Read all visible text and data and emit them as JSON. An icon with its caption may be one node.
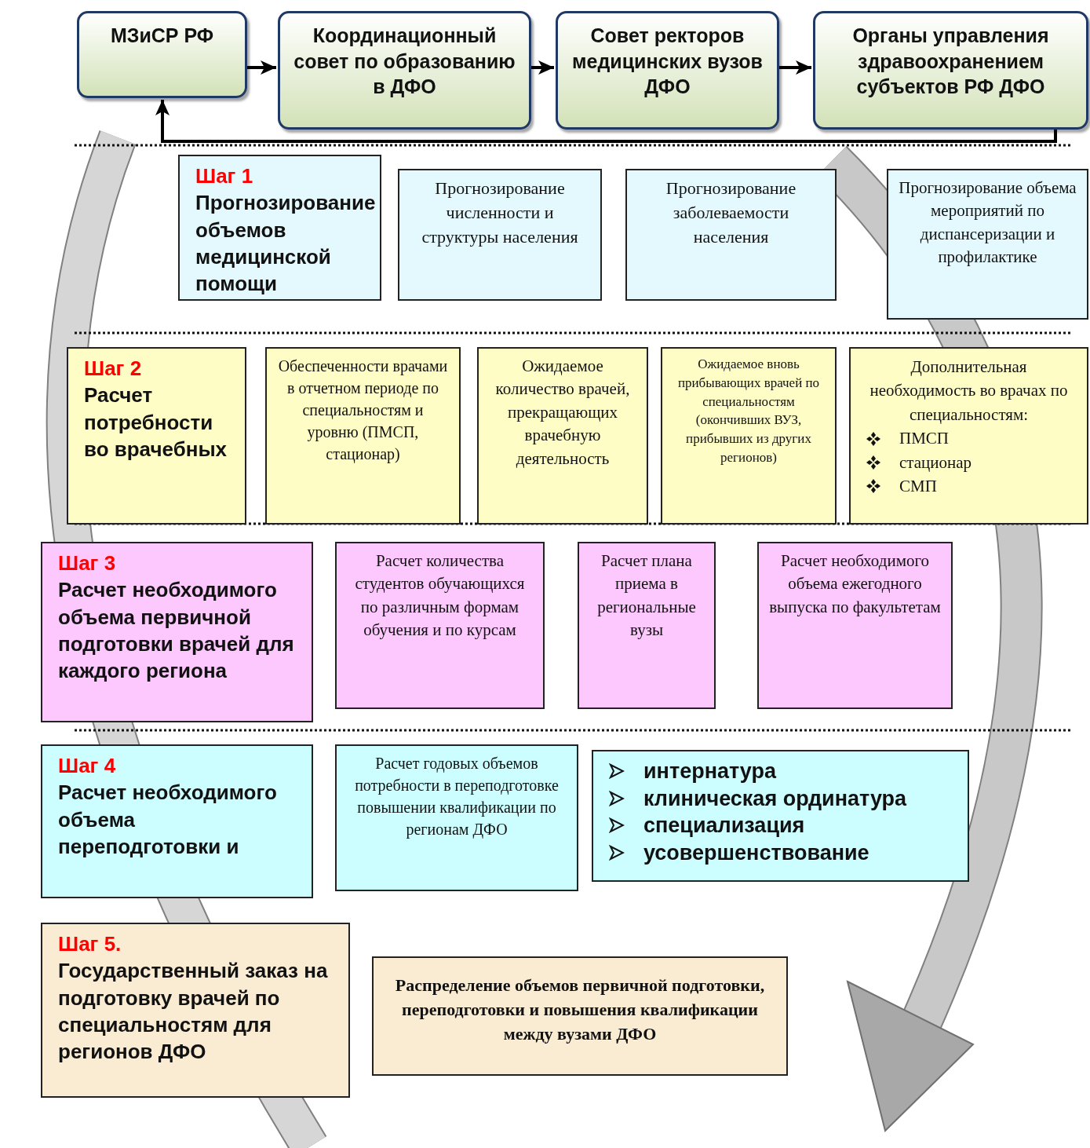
{
  "diagram": {
    "nodes": [
      {
        "text": [
          "МЗиСР РФ"
        ]
      },
      {
        "text": [
          "Координационный совет по образованию в ДФО"
        ]
      },
      {
        "text": [
          "Совет ректоров медицинских вузов ДФО"
        ]
      },
      {
        "text": [
          "Органы управления здравоохранением субъектов РФ ДФО"
        ]
      },
      {
        "text": [
          "Шаг 1",
          "Прогнозирование объемов медицинской помощи"
        ]
      },
      {
        "text": [
          "Прогнозирование численности и структуры населения"
        ]
      },
      {
        "text": [
          "Прогнозирование заболеваемости населения"
        ]
      },
      {
        "text": [
          "Прогнозирование объема мероприятий по диспансеризации и профилактике"
        ]
      },
      {
        "text": [
          "Шаг 2",
          "Расчет потребности во врачебных"
        ]
      },
      {
        "text": [
          "Обеспеченности врачами в отчетном периоде по специальностям и уровню (ПМСП, стационар)"
        ]
      },
      {
        "text": [
          "Ожидаемое количество врачей, прекращающих врачебную деятельность"
        ]
      },
      {
        "text": [
          "Ожидаемое вновь прибывающих врачей по специальностям (окончивших ВУЗ, прибывших из других регионов)"
        ]
      },
      {
        "text": [
          "Дополнительная необходимость во врачах по специальностям:",
          "ПМСП",
          "стационар",
          "СМП"
        ]
      },
      {
        "text": [
          "Шаг 3",
          "Расчет необходимого объема первичной подготовки врачей для каждого региона"
        ]
      },
      {
        "text": [
          "Расчет количества студентов обучающихся по различным формам обучения и по курсам"
        ]
      },
      {
        "text": [
          "Расчет плана приема в региональные вузы"
        ]
      },
      {
        "text": [
          "Расчет необходимого объема ежегодного выпуска по факультетам"
        ]
      },
      {
        "text": [
          "Шаг 4",
          "Расчет необходимого объема переподготовки и"
        ]
      },
      {
        "text": [
          "Расчет годовых объемов потребности в переподготовке повышении квалификации по регионам ДФО"
        ]
      },
      {
        "text": [
          "интернатура",
          "клиническая ординатура",
          "специализация",
          "усовершенствование"
        ]
      },
      {
        "text": [
          "Шаг 5.",
          "Государственный заказ на подготовку врачей по специальностям для регионов ДФО"
        ]
      },
      {
        "text": [
          "Распределение объемов первичной подготовки, переподготовки и повышения квалификации между вузами ДФО"
        ]
      }
    ],
    "edges": [
      {
        "from": 0,
        "to": 1,
        "arrow": "to"
      },
      {
        "from": 1,
        "to": 2,
        "arrow": "to"
      },
      {
        "from": 2,
        "to": 3,
        "arrow": "to"
      },
      {
        "from": 3,
        "to": 0,
        "arrow": "to"
      }
    ]
  }
}
